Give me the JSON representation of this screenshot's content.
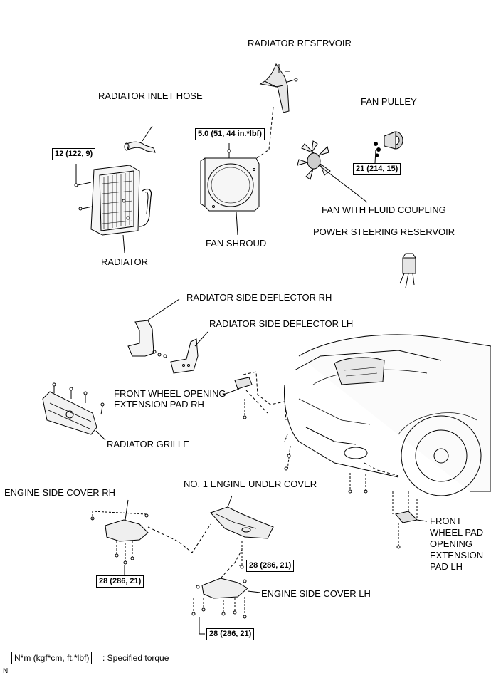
{
  "labels": {
    "radiator_reservoir": "RADIATOR RESERVOIR",
    "radiator_inlet_hose": "RADIATOR INLET HOSE",
    "fan_pulley": "FAN PULLEY",
    "fan_with_fluid_coupling": "FAN WITH FLUID COUPLING",
    "power_steering_reservoir": "POWER STEERING RESERVOIR",
    "fan_shroud": "FAN SHROUD",
    "radiator": "RADIATOR",
    "radiator_side_deflector_rh": "RADIATOR SIDE DEFLECTOR RH",
    "radiator_side_deflector_lh": "RADIATOR SIDE DEFLECTOR LH",
    "front_wheel_opening_extension_pad_rh": "FRONT WHEEL OPENING\nEXTENSION PAD RH",
    "radiator_grille": "RADIATOR GRILLE",
    "no1_engine_under_cover": "NO. 1 ENGINE UNDER COVER",
    "engine_side_cover_rh": "ENGINE SIDE COVER RH",
    "engine_side_cover_lh": "ENGINE SIDE COVER LH",
    "front_wheel_pad_opening_extension_pad_lh": "FRONT\nWHEEL PAD\nOPENING\nEXTENSION\nPAD LH"
  },
  "torques": {
    "radiator": "12 (122, 9)",
    "fan_shroud": "5.0 (51, 44 in.*lbf)",
    "fan_pulley": "21 (214, 15)",
    "engine_side_cover_rh": "28 (286, 21)",
    "under_cover": "28 (286, 21)",
    "engine_side_cover_lh": "28 (286, 21)"
  },
  "legend": {
    "unit": "N*m (kgf*cm, ft.*lbf)",
    "text": ": Specified torque"
  },
  "corner_mark": "N"
}
